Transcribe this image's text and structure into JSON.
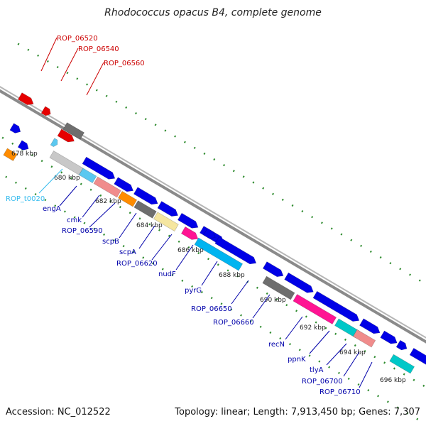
{
  "title": "Rhodococcus opacus B4, complete genome",
  "accession": "Accession: NC_012522",
  "summary": "Topology: linear; Length: 7,913,450 bp; Genes: 7,307",
  "scale_labels": [
    "678 kbp",
    "680 kbp",
    "682 kbp",
    "684 kbp",
    "686 kbp",
    "688 kbp",
    "690 kbp",
    "692 kbp",
    "694 kbp",
    "696 kbp"
  ],
  "colors": {
    "forward_gene": "#0000e6",
    "rna": "#5bc8f0",
    "backbone": "#888888",
    "tick": "#2e8b2e",
    "red_label": "#cc0000",
    "blue_label": "#0000aa",
    "rna_label": "#33bbee"
  },
  "red_labels": [
    "ROP_06520",
    "ROP_06540",
    "ROP_06560"
  ],
  "rna_label": "ROP_t0020",
  "gene_labels": [
    "engA",
    "cmk",
    "ROP_06590",
    "scpB",
    "scpA",
    "ROP_06620",
    "nudF",
    "pyrG",
    "ROP_06650",
    "ROP_06660",
    "recN",
    "ppnK",
    "tlyA",
    "ROP_06700",
    "ROP_06710"
  ]
}
